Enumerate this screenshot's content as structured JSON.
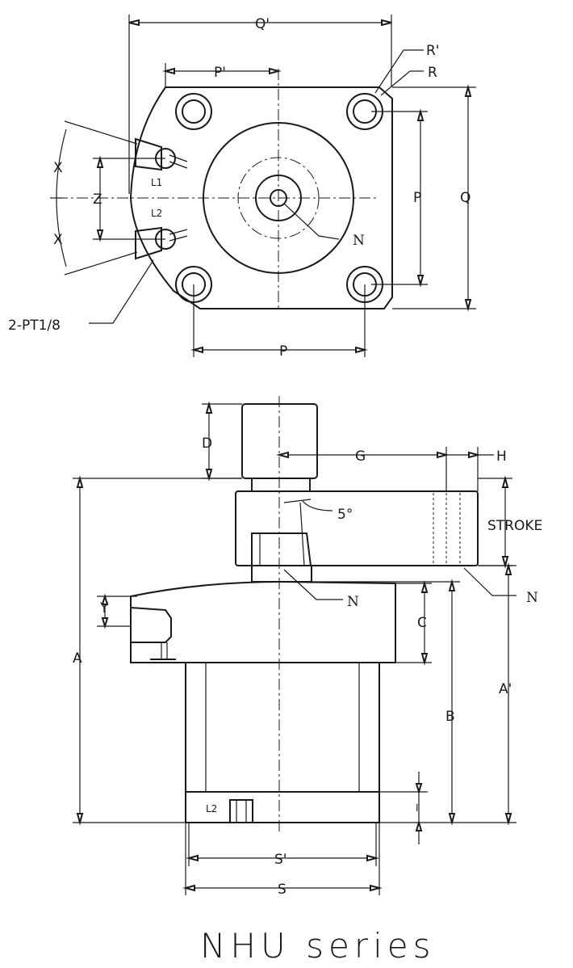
{
  "title": "NHU series",
  "top_view": {
    "labels": {
      "q_prime": "Q'",
      "p_prime": "P'",
      "r_prime": "R'",
      "r": "R",
      "x_upper": "X",
      "z": "Z",
      "x_lower": "X",
      "l1": "L1",
      "l2": "L2",
      "p_right": "P",
      "q": "Q",
      "n": "N",
      "port_callout": "2-PT1/8",
      "p_bottom": "P"
    }
  },
  "side_view": {
    "labels": {
      "d": "D",
      "g": "G",
      "h": "H",
      "angle": "5°",
      "stroke": "STROKE",
      "n_center": "N",
      "n_right": "N",
      "y": "Y",
      "c": "C",
      "a": "A",
      "b": "B",
      "a_prime": "A'",
      "i": "I",
      "l2": "L2",
      "s_prime": "S'",
      "s": "S"
    }
  }
}
